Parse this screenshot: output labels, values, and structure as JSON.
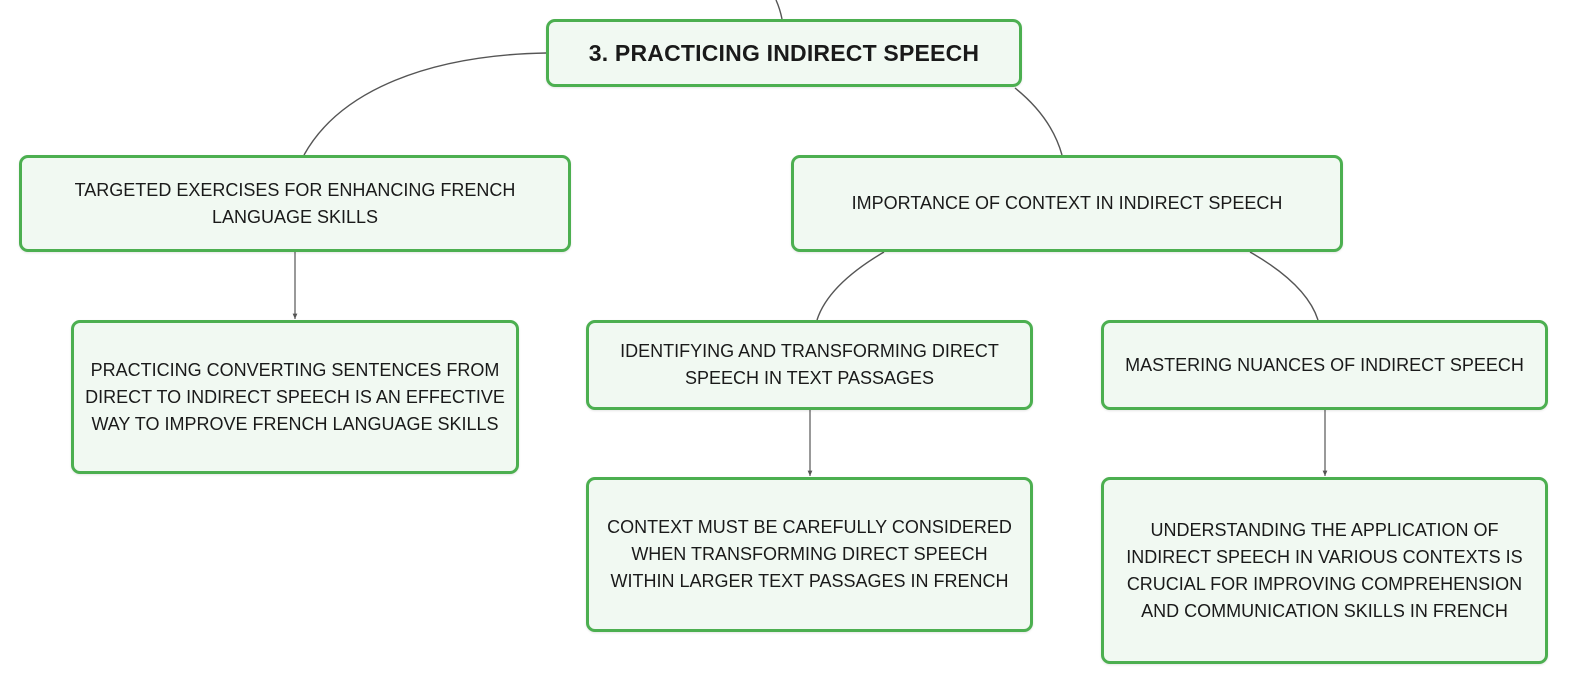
{
  "mindmap": {
    "root": {
      "label": "3. PRACTICING INDIRECT SPEECH"
    },
    "left_branch": {
      "label": "TARGETED EXERCISES FOR ENHANCING FRENCH LANGUAGE SKILLS",
      "child": {
        "label": "PRACTICING CONVERTING SENTENCES FROM DIRECT TO INDIRECT SPEECH IS AN EFFECTIVE WAY TO IMPROVE FRENCH LANGUAGE SKILLS"
      }
    },
    "right_branch": {
      "label": "IMPORTANCE OF CONTEXT IN INDIRECT SPEECH",
      "children": [
        {
          "label": "IDENTIFYING AND TRANSFORMING DIRECT SPEECH IN TEXT PASSAGES",
          "child": {
            "label": "CONTEXT MUST BE CAREFULLY CONSIDERED WHEN TRANSFORMING DIRECT SPEECH WITHIN LARGER TEXT PASSAGES IN FRENCH"
          }
        },
        {
          "label": "MASTERING NUANCES OF INDIRECT SPEECH",
          "child": {
            "label": "UNDERSTANDING THE APPLICATION OF INDIRECT SPEECH IN VARIOUS CONTEXTS IS CRUCIAL FOR IMPROVING COMPREHENSION AND COMMUNICATION SKILLS IN FRENCH"
          }
        }
      ]
    }
  },
  "colors": {
    "node_border": "#4caf50",
    "node_fill": "#f1f9f2",
    "connector": "#555555",
    "text": "#1a1a1a"
  }
}
